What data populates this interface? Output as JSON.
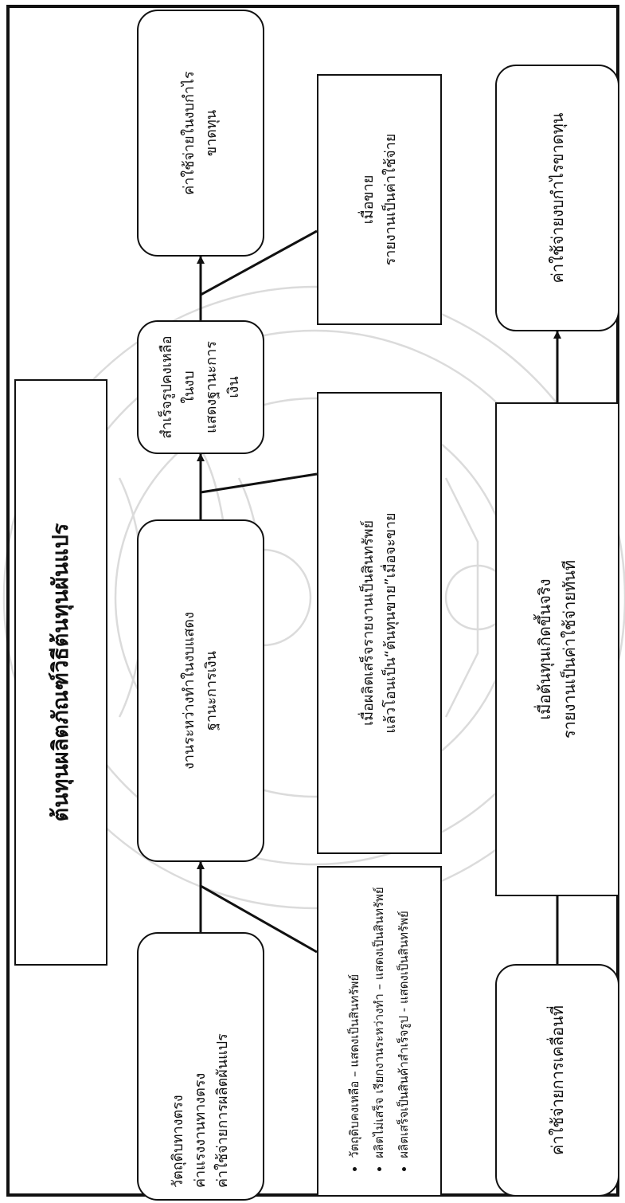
{
  "title": "ต้นทุนผลิตภัณฑ์วิธีต้นทุนผันแปร",
  "boxes": {
    "inputs": {
      "line1": "วัตถุดิบทางตรง",
      "line2": "ค่าแรงงานทางตรง",
      "line3": "ค่าใช้จ่ายการผลิตผันแปร"
    },
    "wip": {
      "line1": "งานระหว่างทำในงบแสดง",
      "line2": "ฐานะการเงิน"
    },
    "finished": {
      "line1": "สำเร็จรูปคงเหลือในงบ",
      "line2": "แสดงฐานะการเงิน"
    },
    "pl_expense": {
      "line1": "ค่าใช้จ่ายในงบกำไร",
      "line2": "ขาดทุน"
    },
    "balance_notes": {
      "items": [
        "วัตถุดิบคงเหลือ – แสดงเป็นสินทรัพย์",
        "ผลิตไม่เสร็จ เรียกงานระหว่างทำ – แสดงเป็นสินทรัพย์",
        "ผลิตเสร็จเป็นสินค้าสำเร็จรูป - แสดงเป็นสินทรัพย์"
      ]
    },
    "completed_note": {
      "line1": "เมื่อผลิตเสร็จรายงานเป็นสินทรัพย์",
      "line2": "แล้วโอนเป็น“ต้นทุนขาย”เมื่อจะขาย"
    },
    "sold_note": {
      "line1": "เมื่อขาย",
      "line2": "รายงานเป็นค่าใช้จ่าย"
    },
    "period_cost": {
      "line1": "ค่าใช้จ่ายการเคลื่อนที่"
    },
    "period_note": {
      "line1": "เมื่อต้นทุนเกิดขึ้นจริง",
      "line2": "รายงานเป็นค่าใช้จ่ายทันที"
    },
    "period_pl": {
      "line1": "ค่าใช้จ่ายงบกำไรขาดทุน"
    }
  },
  "colors": {
    "line": "#111111",
    "watermark": "#c8c8c8"
  }
}
